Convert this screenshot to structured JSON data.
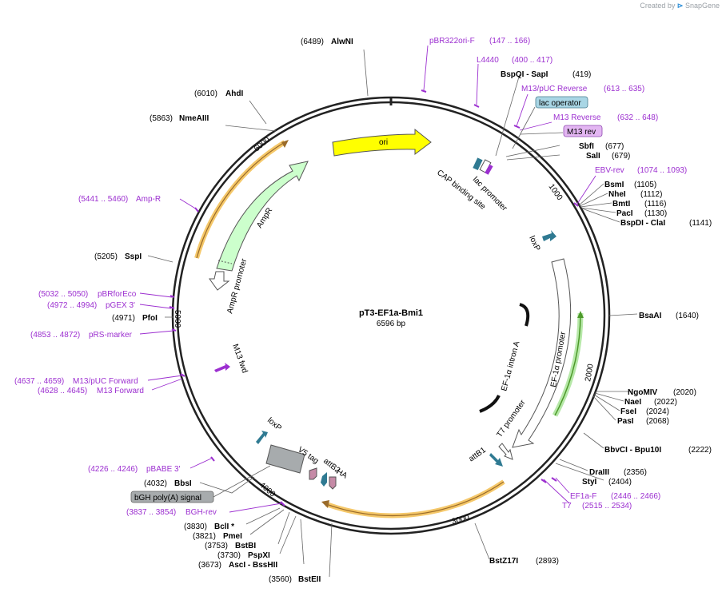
{
  "app": {
    "credit_prefix": "Created by",
    "credit_brand": "SnapGene"
  },
  "plasmid": {
    "name": "pT3-EF1a-Bmi1",
    "size_label": "6596 bp",
    "length": 6596
  },
  "ticks": [
    "1000",
    "2000",
    "3000",
    "4000",
    "5000",
    "6000"
  ],
  "colors": {
    "primer": "#9c2fd0",
    "ring": "#222222",
    "ori": "#ffff00",
    "ampr": "#ccffcc",
    "loxp": "#2f7a92",
    "bgh": "#a7abad",
    "v5": "#c58aa6",
    "highlight": "#f5c86a",
    "green": "#7bd16b"
  },
  "features": [
    {
      "name": "ori",
      "label": "ori"
    },
    {
      "name": "AmpR",
      "label": "AmpR"
    },
    {
      "name": "AmpR promoter",
      "label": "AmpR promoter"
    },
    {
      "name": "lac promoter",
      "label": "lac promoter"
    },
    {
      "name": "CAP binding site",
      "label": "CAP binding site"
    },
    {
      "name": "loxP-top",
      "label": "loxP"
    },
    {
      "name": "EF-1a promoter",
      "label": "EF-1α promoter"
    },
    {
      "name": "EF-1a intron A",
      "label": "EF-1α intron A"
    },
    {
      "name": "T7 promoter",
      "label": "T7 promoter"
    },
    {
      "name": "attB1",
      "label": "attB1"
    },
    {
      "name": "M13 fwd",
      "label": "M13 fwd"
    },
    {
      "name": "loxP-bottom",
      "label": "loxP"
    },
    {
      "name": "V5 tag",
      "label": "V5 tag"
    },
    {
      "name": "attB2",
      "label": "attB2"
    },
    {
      "name": "HA",
      "label": "HA"
    }
  ],
  "sites": [
    {
      "pos": "(6489)",
      "name": "AlwNI"
    },
    {
      "pos": "(6010)",
      "name": "AhdI"
    },
    {
      "pos": "(5863)",
      "name": "NmeAIII"
    },
    {
      "pos": "(5205)",
      "name": "SspI"
    },
    {
      "pos": "(4971)",
      "name": "PfoI"
    },
    {
      "pos": "(4032)",
      "name": "BbsI"
    },
    {
      "pos": "(3830)",
      "name": "BclI *"
    },
    {
      "pos": "(3821)",
      "name": "PmeI"
    },
    {
      "pos": "(3753)",
      "name": "BstBI"
    },
    {
      "pos": "(3730)",
      "name": "PspXI"
    },
    {
      "pos": "(3673)",
      "name": "AscI  - BssHII"
    },
    {
      "pos": "(3560)",
      "name": "BstEII"
    },
    {
      "pos": "(419)",
      "name": "BspQI  - SapI"
    },
    {
      "pos": "(677)",
      "name": "SbfI"
    },
    {
      "pos": "(679)",
      "name": "SalI"
    },
    {
      "pos": "(1105)",
      "name": "BsmI"
    },
    {
      "pos": "(1112)",
      "name": "NheI"
    },
    {
      "pos": "(1116)",
      "name": "BmtI"
    },
    {
      "pos": "(1130)",
      "name": "PacI"
    },
    {
      "pos": "(1141)",
      "name": "BspDI  - ClaI"
    },
    {
      "pos": "(1640)",
      "name": "BsaAI"
    },
    {
      "pos": "(2020)",
      "name": "NgoMIV"
    },
    {
      "pos": "(2022)",
      "name": "NaeI"
    },
    {
      "pos": "(2024)",
      "name": "FseI"
    },
    {
      "pos": "(2068)",
      "name": "PasI"
    },
    {
      "pos": "(2222)",
      "name": "BbvCI  - Bpu10I"
    },
    {
      "pos": "(2356)",
      "name": "DraIII"
    },
    {
      "pos": "(2404)",
      "name": "StyI"
    },
    {
      "pos": "(2893)",
      "name": "BstZ17I"
    }
  ],
  "primers": [
    {
      "name": "pBR322ori-F",
      "range": "(147 .. 166)"
    },
    {
      "name": "L4440",
      "range": "(400 .. 417)"
    },
    {
      "name": "M13/pUC Reverse",
      "range": "(613 .. 635)"
    },
    {
      "name": "M13 Reverse",
      "range": "(632 .. 648)"
    },
    {
      "name": "EBV-rev",
      "range": "(1074 .. 1093)"
    },
    {
      "name": "EF1a-F",
      "range": "(2446 .. 2466)"
    },
    {
      "name": "T7",
      "range": "(2515 .. 2534)"
    },
    {
      "name": "Amp-R",
      "range": "(5441 .. 5460)"
    },
    {
      "name": "pBRforEco",
      "range": "(5032 .. 5050)"
    },
    {
      "name": "pGEX 3'",
      "range": "(4972 .. 4994)"
    },
    {
      "name": "pRS-marker",
      "range": "(4853 .. 4872)"
    },
    {
      "name": "M13/pUC Forward",
      "range": "(4637 .. 4659)"
    },
    {
      "name": "M13 Forward",
      "range": "(4628 .. 4645)"
    },
    {
      "name": "pBABE 3'",
      "range": "(4226 .. 4246)"
    },
    {
      "name": "BGH-rev",
      "range": "(3837 .. 3854)"
    }
  ],
  "boxed": [
    {
      "name": "lac operator",
      "label": "lac operator",
      "color": "#a9d6e5"
    },
    {
      "name": "M13 rev",
      "label": "M13 rev",
      "color": "#e3b6f2"
    },
    {
      "name": "bGH poly(A) signal",
      "label": "bGH poly(A) signal",
      "color": "#a7abad"
    }
  ]
}
